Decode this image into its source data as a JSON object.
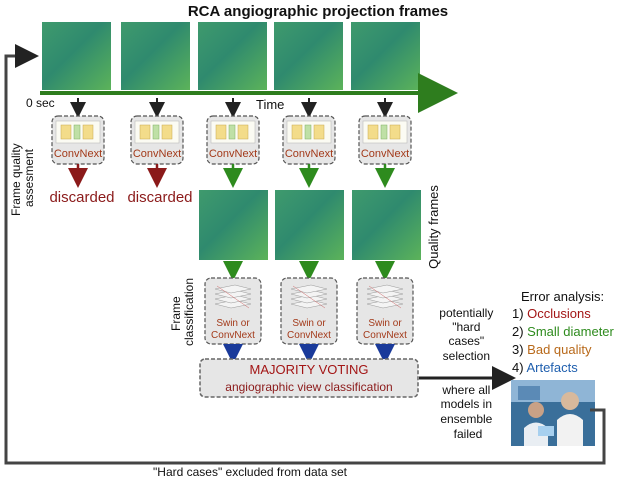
{
  "title": "RCA angiographic projection frames",
  "time_start": "0 sec",
  "time_label": "Time",
  "side_label_quality": [
    "Frame quality",
    "assesment"
  ],
  "model_convnext": "ConvNext",
  "discarded_label": "discarded",
  "quality_frames_label": "Quality frames",
  "side_label_classification": [
    "Frame",
    "classification"
  ],
  "model_swin": [
    "Swin or",
    "ConvNext"
  ],
  "majority_voting": "MAJORITY VOTING",
  "view_classification": "angiographic view classification",
  "hard_cases_note": [
    "potentially",
    "\"hard",
    "cases\"",
    "selection",
    "where all",
    "models in",
    "ensemble",
    "failed"
  ],
  "error_analysis": {
    "title": "Error analysis:",
    "items": [
      {
        "num": "1)",
        "text": "Occlusions",
        "color": "#a31515"
      },
      {
        "num": "2)",
        "text": "Small diameter",
        "color": "#2e8b1e"
      },
      {
        "num": "3)",
        "text": "Bad quality",
        "color": "#b8691a"
      },
      {
        "num": "4)",
        "text": "Artefacts",
        "color": "#1f5fae"
      }
    ]
  },
  "excluded_label": "\"Hard cases\" excluded from data set",
  "colors": {
    "time_arrow": "#2e7d1e",
    "discard_arrow": "#8b1a1a",
    "quality_arrow": "#2e8b1e",
    "class_arrow": "#1a3a9a",
    "convnext_text": "#a33a1a",
    "majority_text": "#a31515",
    "view_text": "#8b1a1a",
    "model_box_fill": "#e6e6e6",
    "frame_base": "#2f8a6a"
  }
}
